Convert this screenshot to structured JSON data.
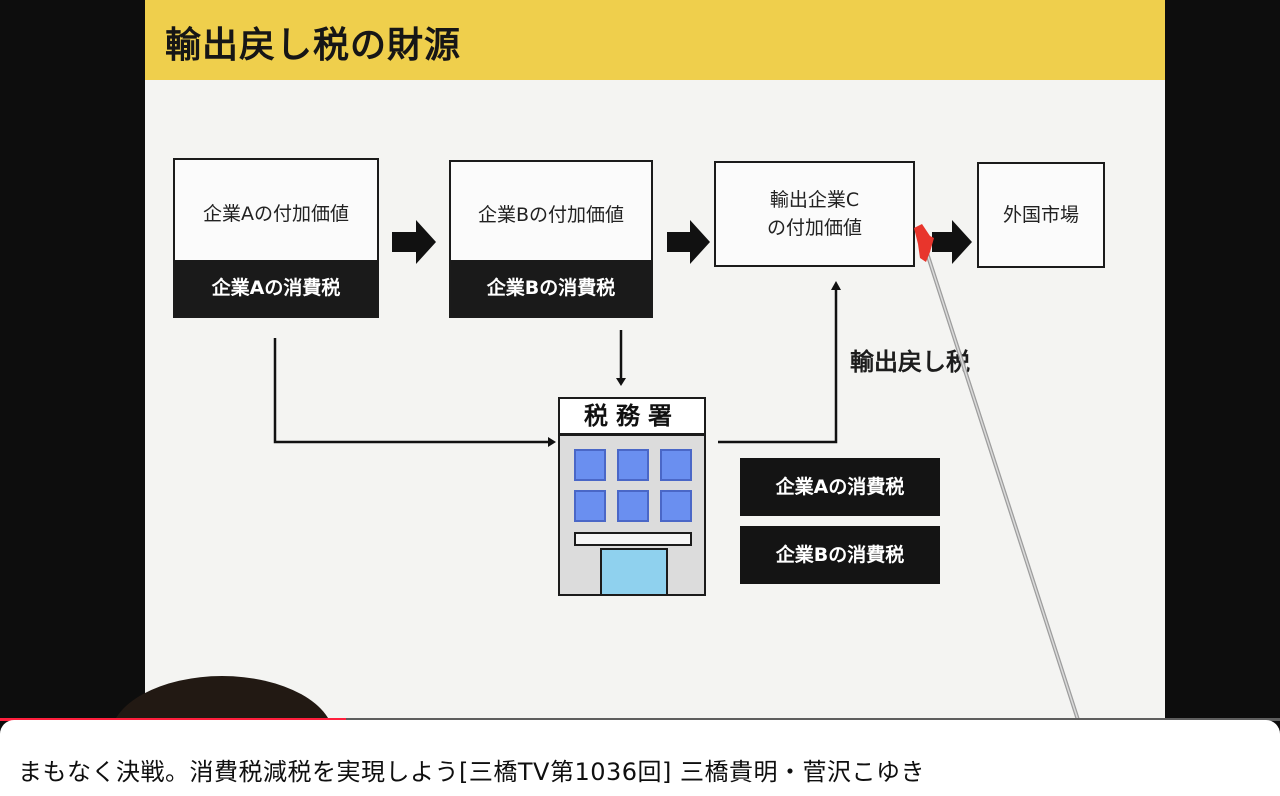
{
  "slide": {
    "title": "輸出戻し税の財源",
    "box_a": {
      "value_label": "企業Aの付加価値",
      "tax_label": "企業Aの消費税"
    },
    "box_b": {
      "value_label": "企業Bの付加価値",
      "tax_label": "企業Bの消費税"
    },
    "box_c": {
      "value_line1": "輸出企業C",
      "value_line2": "の付加価値"
    },
    "market_label": "外国市場",
    "tax_office_label": "税務署",
    "refund_label": "輸出戻し税",
    "chip_a": "企業Aの消費税",
    "chip_b": "企業Bの消費税"
  },
  "video": {
    "title": "まもなく決戦。消費税減税を実現しよう[三橋TV第1036回] 三橋貴明・菅沢こゆき",
    "progress": 0.27
  },
  "colors": {
    "header": "#efcf4c",
    "window_blue": "#6a8ff0",
    "progress": "#ff1f3d",
    "pointer_tip": "#e8352c"
  }
}
